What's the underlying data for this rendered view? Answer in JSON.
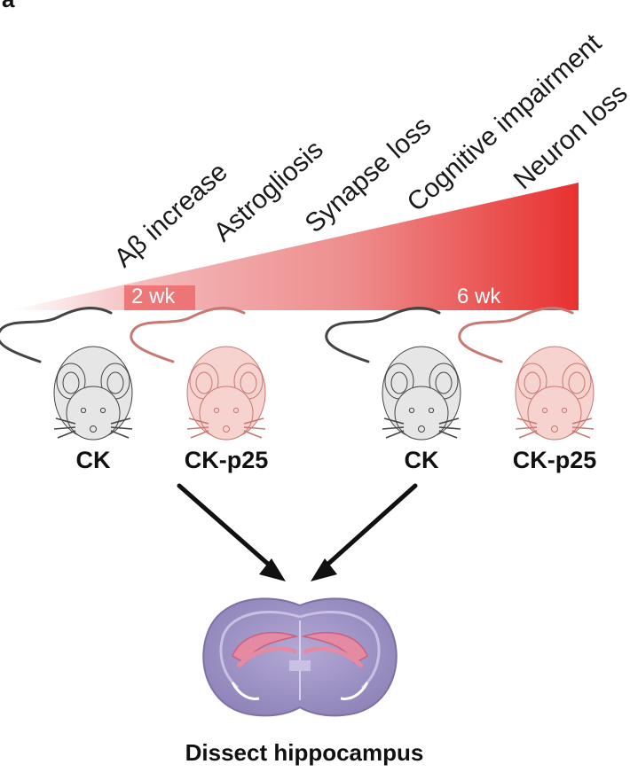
{
  "panel_label": "a",
  "progression": {
    "stages": [
      "Aβ increase",
      "Astrogliosis",
      "Synapse loss",
      "Cognitive impairment",
      "Neuron loss"
    ],
    "timepoints": [
      "2 wk",
      "6 wk"
    ]
  },
  "mice": [
    {
      "label": "CK",
      "type": "control"
    },
    {
      "label": "CK-p25",
      "type": "p25"
    },
    {
      "label": "CK",
      "type": "control"
    },
    {
      "label": "CK-p25",
      "type": "p25"
    }
  ],
  "caption": "Dissect hippocampus",
  "colors": {
    "gradient_start": "#ffffff",
    "gradient_end": "#e8312f",
    "control_fill": "#e6e6e6",
    "control_stroke": "#444444",
    "p25_fill": "#f6d3cf",
    "p25_stroke": "#c77872",
    "brain_fill": "#9f94c4",
    "hippocampus": "#e58aa3"
  }
}
